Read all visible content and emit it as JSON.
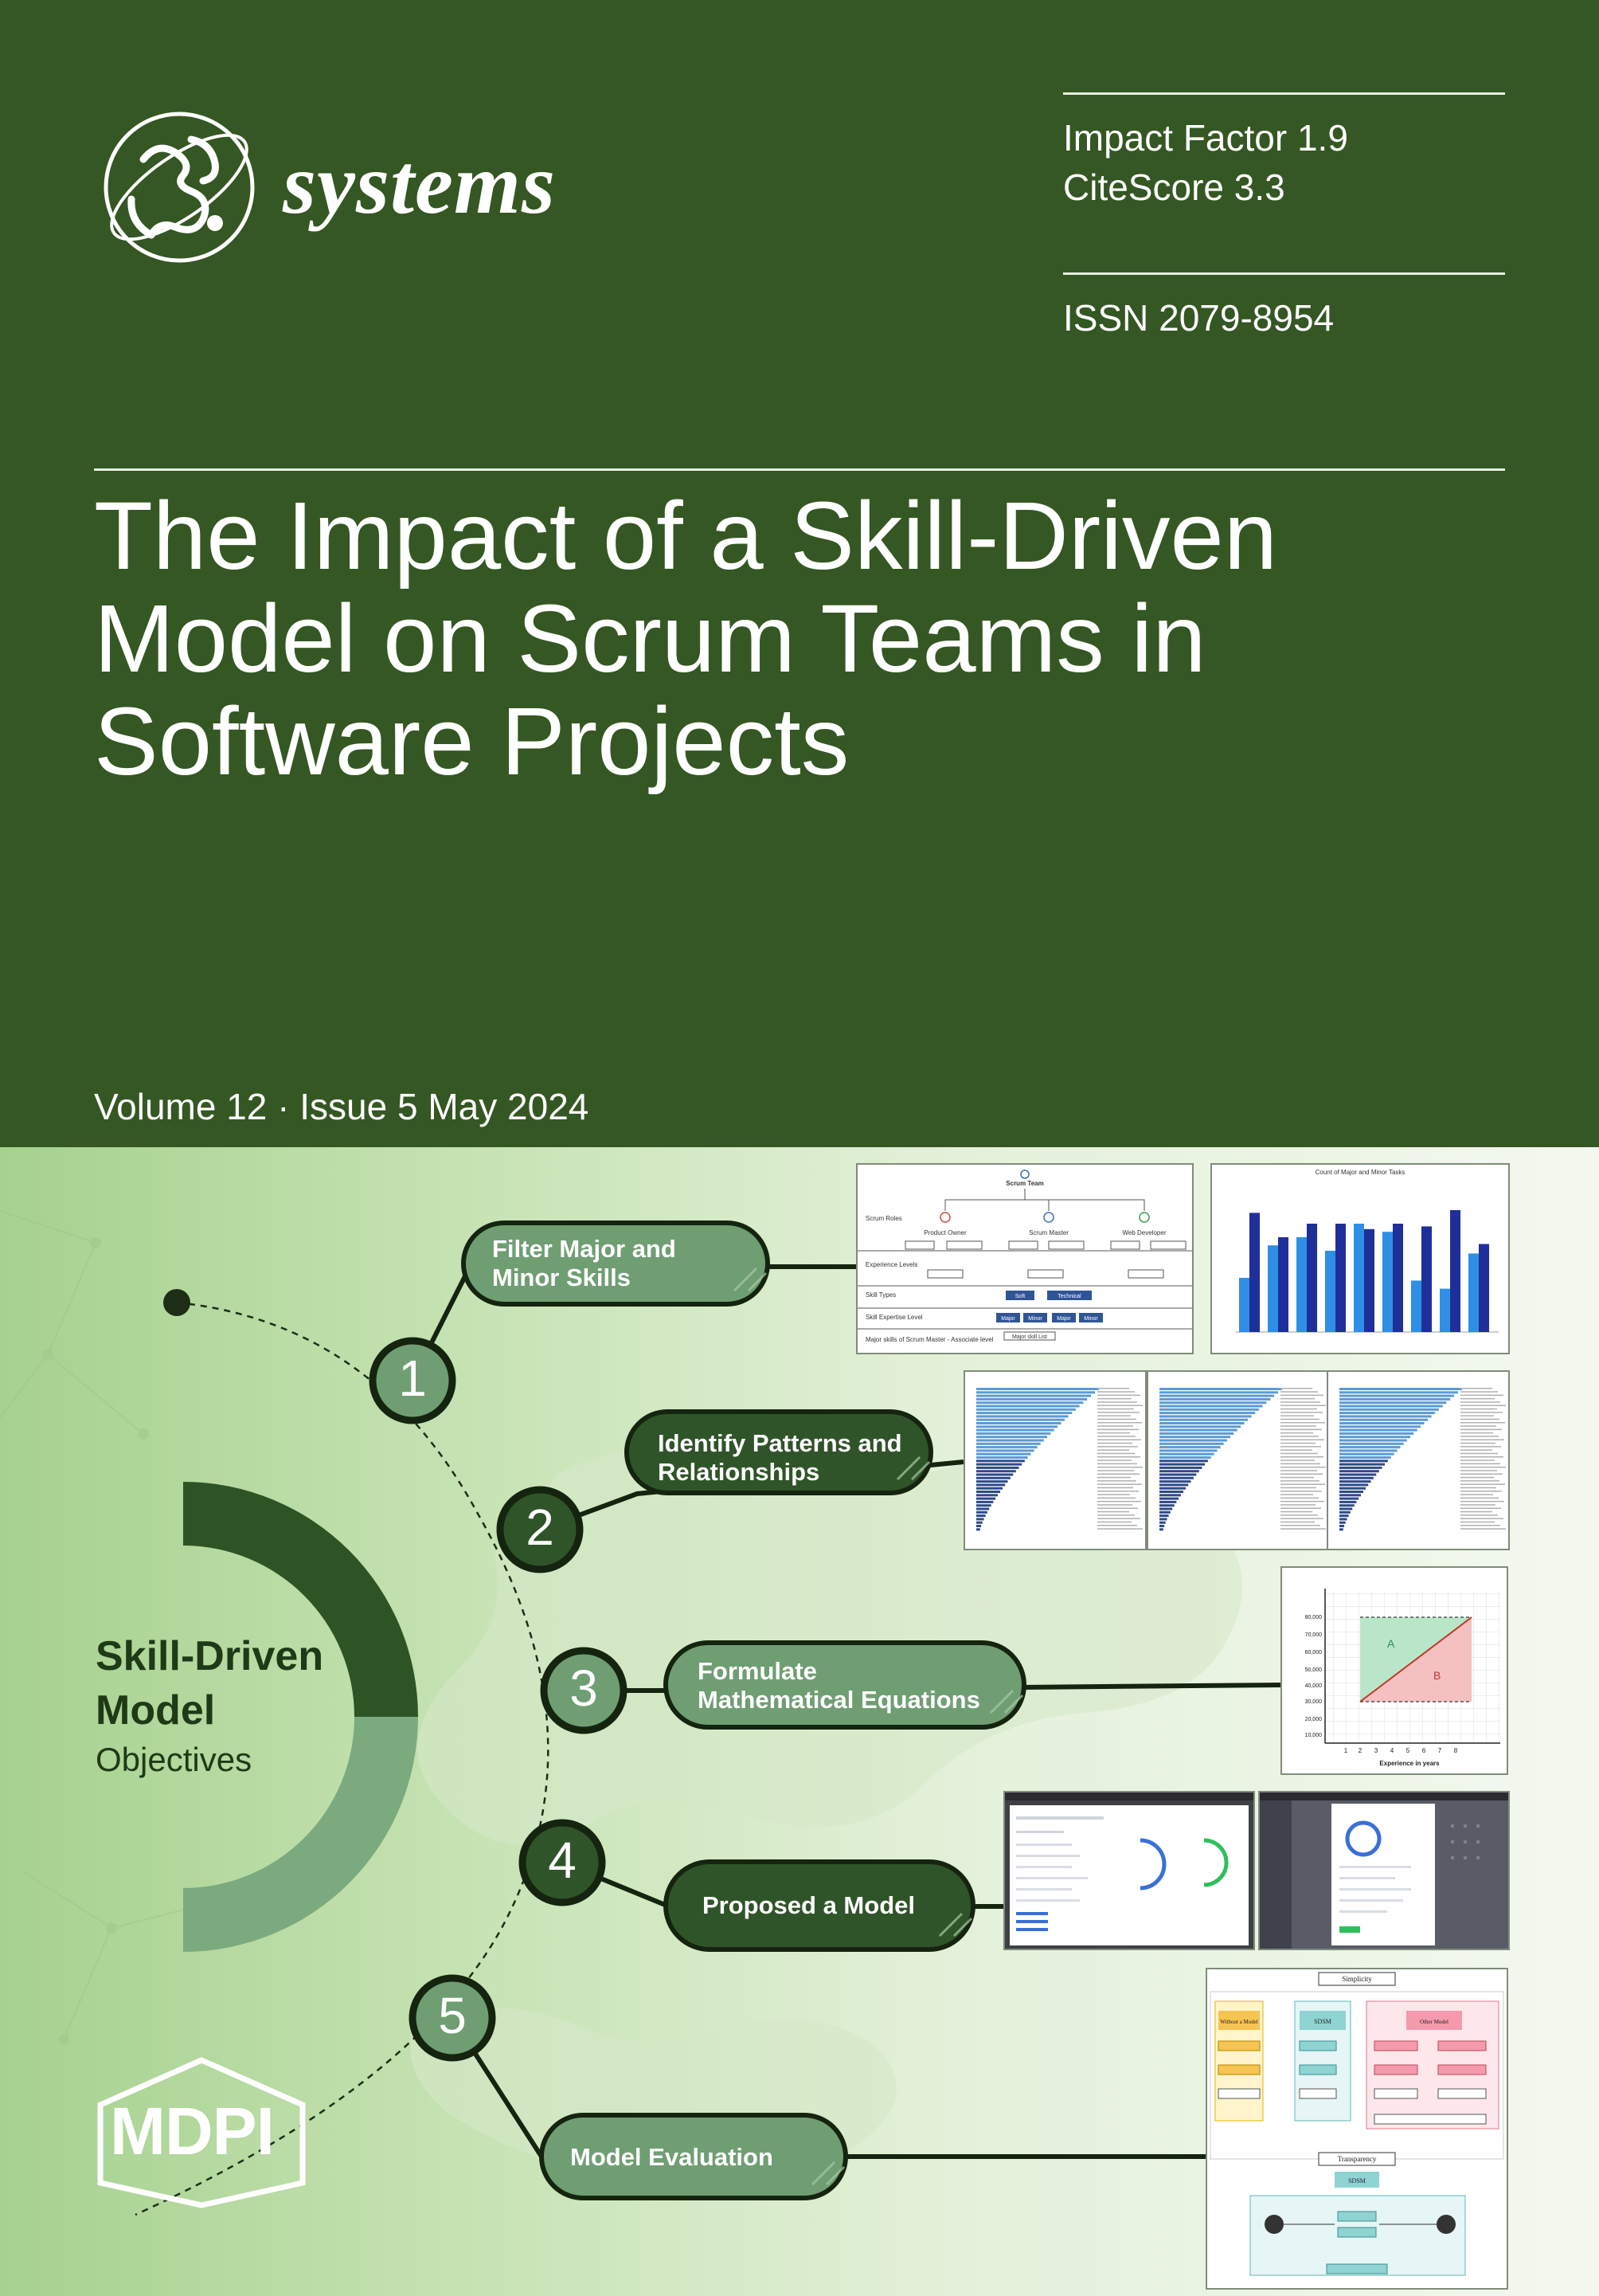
{
  "journal": {
    "name": "systems"
  },
  "metrics": {
    "impact_factor": "Impact Factor 1.9",
    "citescore": "CiteScore 3.3",
    "issn": "ISSN 2079-8954"
  },
  "article": {
    "title_lines": [
      "The Impact of a Skill-Driven",
      "Model on Scrum Teams in",
      "Software Projects"
    ]
  },
  "issue": {
    "label": "Volume 12 · Issue 5 May 2024"
  },
  "model": {
    "heading_line1": "Skill-Driven",
    "heading_line2": "Model",
    "subheading": "Objectives"
  },
  "steps": [
    {
      "number": "1",
      "label_line1": "Filter Major and",
      "label_line2": "Minor Skills"
    },
    {
      "number": "2",
      "label_line1": "Identify Patterns and",
      "label_line2": "Relationships"
    },
    {
      "number": "3",
      "label_line1": "Formulate",
      "label_line2": "Mathematical Equations"
    },
    {
      "number": "4",
      "label_line1": "Proposed a Model",
      "label_line2": ""
    },
    {
      "number": "5",
      "label_line1": "Model Evaluation",
      "label_line2": ""
    }
  ],
  "thumbnails": {
    "scrum_team": {
      "title": "Scrum Team",
      "roles": [
        "Product Owner",
        "Scrum Master",
        "Web Developer"
      ],
      "row_labels": [
        "Scrum Roles",
        "Experience Levels",
        "Skill Types",
        "Skill Expertise Level",
        "Major skills of Scrum Master - Associate level"
      ],
      "skill_types": [
        "Soft",
        "Technical"
      ],
      "expertise": [
        "Major",
        "Minor",
        "Major",
        "Minor"
      ],
      "leaf": "Major skill List"
    },
    "count_chart": {
      "title": "Count of Major and Minor Tasks"
    },
    "equations": {
      "y_ticks": [
        "80,000",
        "70,000",
        "60,000",
        "50,000",
        "40,000",
        "30,000",
        "20,000",
        "10,000"
      ],
      "x_ticks": [
        "1",
        "2",
        "3",
        "4",
        "5",
        "6",
        "7",
        "8"
      ],
      "regions": [
        "A",
        "B"
      ],
      "xlabel": "Experience in years"
    },
    "evaluation": {
      "simplicity": "Simplicity",
      "transparency": "Transparency",
      "sdsm": "SDSM",
      "without": "Without a Model",
      "other": "Other Model"
    }
  },
  "publisher": {
    "name": "MDPI"
  },
  "colors": {
    "top_background": "#355723",
    "dark_green": "#2e5426",
    "mid_green": "#7aaa7e",
    "pill_dark": "#305429",
    "pill_light": "#6f9e73"
  }
}
